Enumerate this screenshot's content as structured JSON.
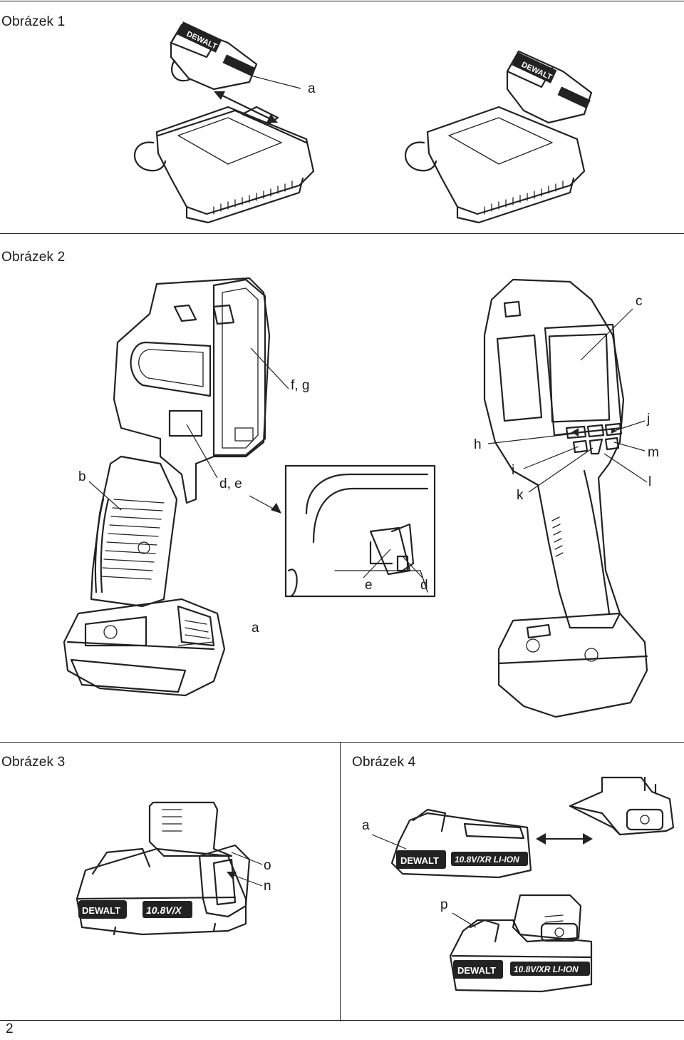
{
  "figures": {
    "fig1": {
      "caption": "Obrázek 1",
      "labels": {
        "a": "a"
      }
    },
    "fig2": {
      "caption": "Obrázek 2",
      "labels": {
        "c": "c",
        "fg": "f, g",
        "j": "j",
        "h": "h",
        "m": "m",
        "b": "b",
        "de": "d, e",
        "i": "i",
        "l": "l",
        "k": "k",
        "e": "e",
        "d": "d",
        "a": "a"
      }
    },
    "fig3": {
      "caption": "Obrázek 3",
      "labels": {
        "o": "o",
        "n": "n"
      }
    },
    "fig4": {
      "caption": "Obrázek 4",
      "labels": {
        "a": "a",
        "p": "p"
      }
    }
  },
  "product": {
    "brand": "DEWALT",
    "battery_badge": "10.8V/XR LI-ION",
    "battery_badge_short": "10.8V/X"
  },
  "page_number": "2"
}
